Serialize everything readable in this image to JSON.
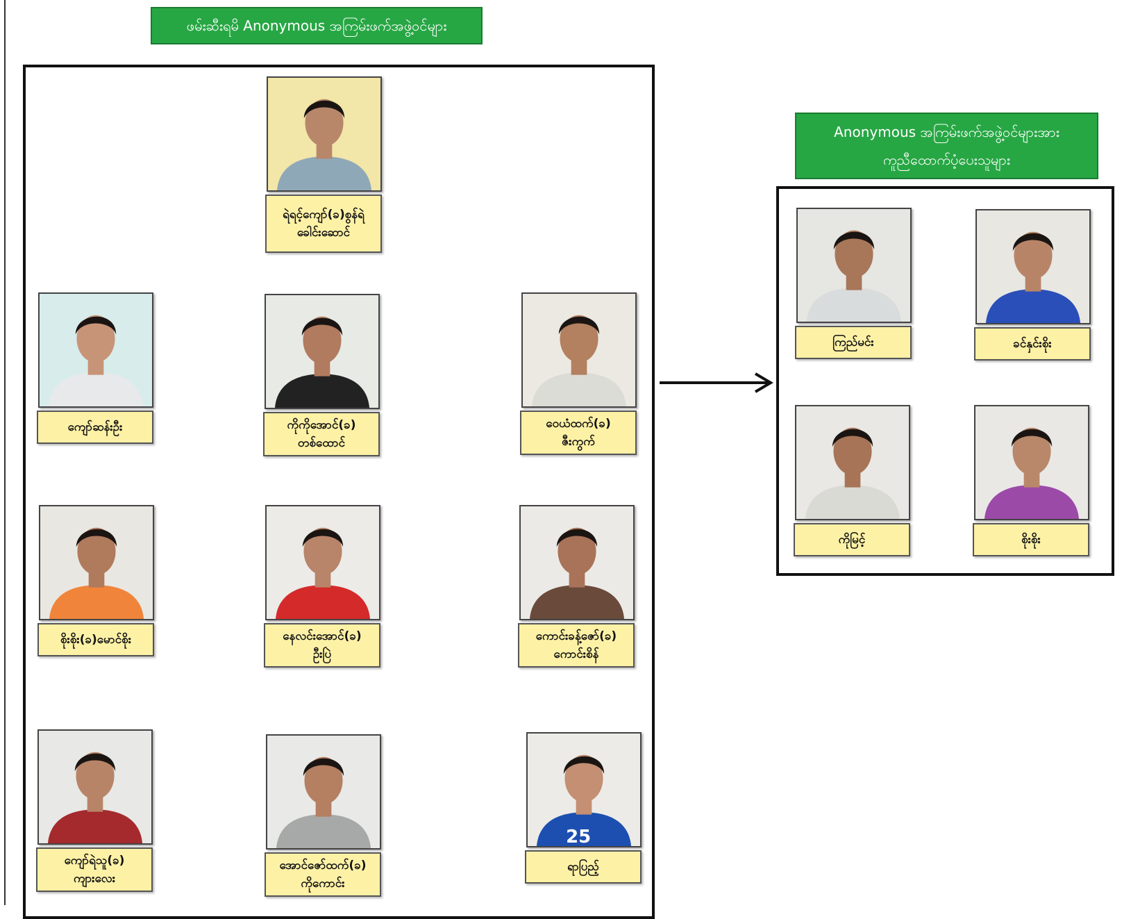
{
  "titles": {
    "arrested_members": "ဖမ်းဆီးရမိ Anonymous အကြမ်းဖက်အဖွဲ့ဝင်များ",
    "supporters": "Anonymous အကြမ်းဖက်အဖွဲ့ဝင်များအား\nကူညီထောက်ပံ့ပေးသူများ"
  },
  "colors": {
    "title_bg": "#27a744",
    "label_bg": "#fdf1a6",
    "frame": "#111111"
  },
  "members": [
    {
      "name": "ရဲရင့်ကျော်(ခ)စွန်ရဲ\nခေါင်းဆောင်",
      "shirt": "#8fa8b8",
      "bg": "#f2e6a8",
      "skin": "#b8876a"
    },
    {
      "name": "ကျော်ဆန်းဦး",
      "shirt": "#e7e9ea",
      "bg": "#d8ecec",
      "skin": "#c89478"
    },
    {
      "name": "ကိုကိုအောင်(ခ)\nတစ်ထောင်",
      "shirt": "#222222",
      "bg": "#e8eae6",
      "skin": "#b17b5f"
    },
    {
      "name": "ဝေယံထက်(ခ)\nဇီးကွက်",
      "shirt": "#dcdcd6",
      "bg": "#ece9e2",
      "skin": "#b38060"
    },
    {
      "name": "စိုးစိုး(ခ)မောင်စိုး",
      "shirt": "#f0843a",
      "bg": "#e9e7e2",
      "skin": "#b07a5d"
    },
    {
      "name": "နေလင်းအောင်(ခ)\nဦးပြဲ",
      "shirt": "#d42a2a",
      "bg": "#ecebe8",
      "skin": "#b8846a"
    },
    {
      "name": "ကောင်းခန့်ဇော်(ခ)\nကောင်းစိန်",
      "shirt": "#6a4a3a",
      "bg": "#eceae6",
      "skin": "#a87358"
    },
    {
      "name": "ကျော်ရဲသူ(ခ)\nကျားလေး",
      "shirt": "#a42a2e",
      "bg": "#e8e8e6",
      "skin": "#b88468"
    },
    {
      "name": "အောင်ဇော်ထက်(ခ)\nကိုကောင်း",
      "shirt": "#a7a9a8",
      "bg": "#e9e9e7",
      "skin": "#b57f62"
    },
    {
      "name": "ရာပြည့်",
      "shirt": "#1d4fb0",
      "bg": "#ecebe7",
      "skin": "#c48f72",
      "jersey_number": "25"
    }
  ],
  "supporters": [
    {
      "name": "ကြည်မင်း",
      "shirt": "#d9dcdc",
      "bg": "#e6e6e2",
      "skin": "#a87658"
    },
    {
      "name": "ခင်နှင်းစိုး",
      "shirt": "#2a4fb8",
      "bg": "#e8e7e2",
      "skin": "#b88468"
    },
    {
      "name": "ကိုမြင့်",
      "shirt": "#dadad5",
      "bg": "#e9e8e4",
      "skin": "#a77457"
    },
    {
      "name": "စိုးစိုး",
      "shirt": "#9b4aa8",
      "bg": "#e9e8e5",
      "skin": "#b98769"
    }
  ]
}
